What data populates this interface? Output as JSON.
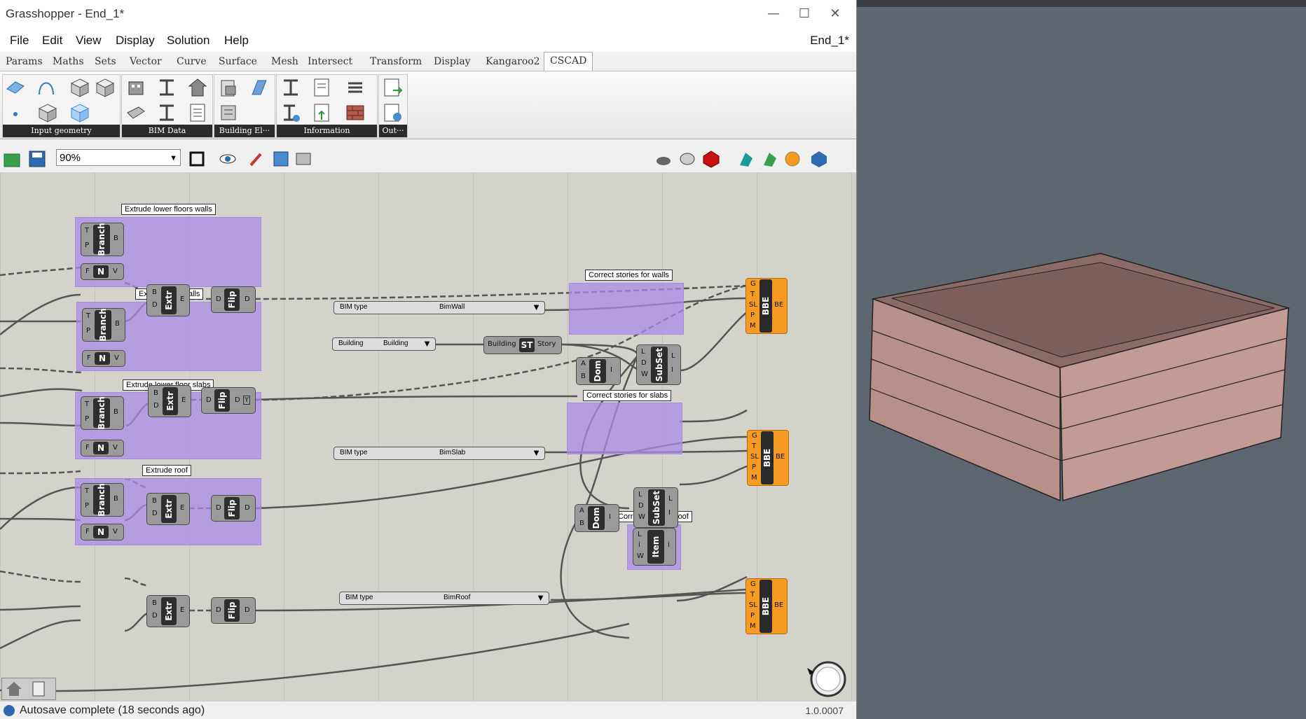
{
  "window": {
    "title": "Grasshopper - End_1*",
    "doc_name": "End_1*",
    "minimize": "—",
    "maximize": "☐",
    "close": "✕"
  },
  "menu": [
    "File",
    "Edit",
    "View",
    "Display",
    "Solution",
    "Help"
  ],
  "tabs": [
    "Params",
    "Maths",
    "Sets",
    "Vector",
    "Curve",
    "Surface",
    "Mesh",
    "Intersect",
    "Transform",
    "Display",
    "Kangaroo2",
    "CSCAD"
  ],
  "active_tab": "CSCAD",
  "ribbon_panels": [
    "Input geometry",
    "BIM Data",
    "Building El···",
    "Information",
    "Out···"
  ],
  "zoom": "90%",
  "groups": {
    "g1": "Extrude lower floors walls",
    "g2": "Extrude roof walls",
    "g3": "Extrude lower floor slabs",
    "g4": "Extrude roof",
    "g5": "Correct stories for walls",
    "g6": "Correct stories for slabs",
    "g7": "Correct story for roof"
  },
  "components": {
    "branch": "Branch",
    "extr": "Extr",
    "flip": "Flip",
    "n": "N",
    "dom": "Dom",
    "subset": "SubSet",
    "item": "Item",
    "bbe": "BBE",
    "st": "ST",
    "story_out": "Story",
    "building_in": "Building"
  },
  "ports": {
    "T": "T",
    "P": "P",
    "B": "B",
    "F": "F",
    "V": "V",
    "D": "D",
    "E": "E",
    "A": "A",
    "I": "I",
    "L": "L",
    "W": "W",
    "i": "i",
    "G": "G",
    "SL": "SL",
    "M": "M",
    "BE": "BE"
  },
  "value_lists": {
    "bim_type_label": "BIM type",
    "wall": "BimWall",
    "slab": "BimSlab",
    "roof": "BimRoof",
    "building_label": "Building",
    "building_value": "Building"
  },
  "status": {
    "text": "Autosave complete (18 seconds ago)",
    "version": "1.0.0007"
  },
  "colors": {
    "group": "#aa8ce6",
    "bbe": "#f59a22",
    "canvas": "#d4d3cb",
    "model": "#b98f8c"
  }
}
